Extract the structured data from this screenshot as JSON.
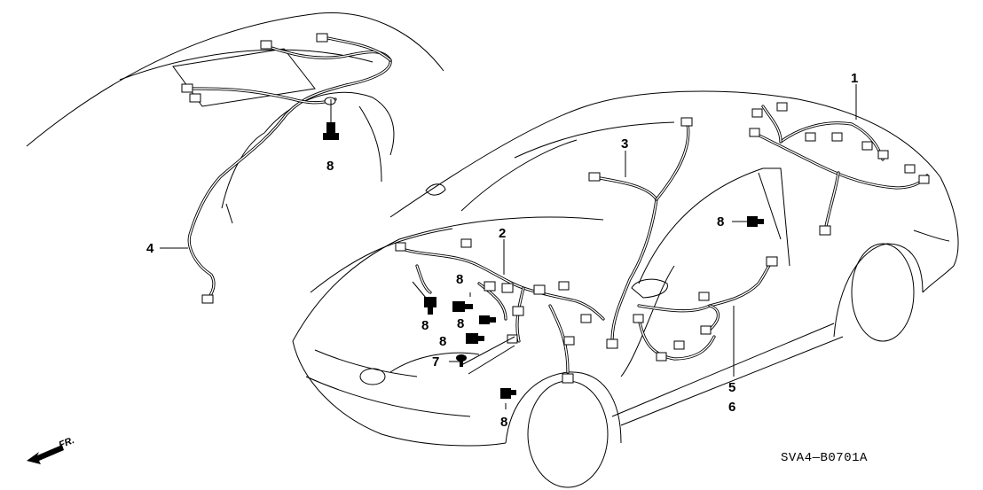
{
  "callouts": {
    "c1": "1",
    "c2": "2",
    "c3": "3",
    "c4": "4",
    "c5": "5",
    "c6": "6",
    "c7": "7",
    "c8_roof": "8",
    "c8_door": "8",
    "c8_a": "8",
    "c8_b": "8",
    "c8_c": "8",
    "c8_d": "8",
    "c8_e": "8"
  },
  "diagram_code": "SVA4—B0701A",
  "direction_label": "FR.",
  "icons": {
    "front_arrow": "front-direction-arrow-icon",
    "bolt": "bolt-icon",
    "connector": "connector-icon"
  }
}
